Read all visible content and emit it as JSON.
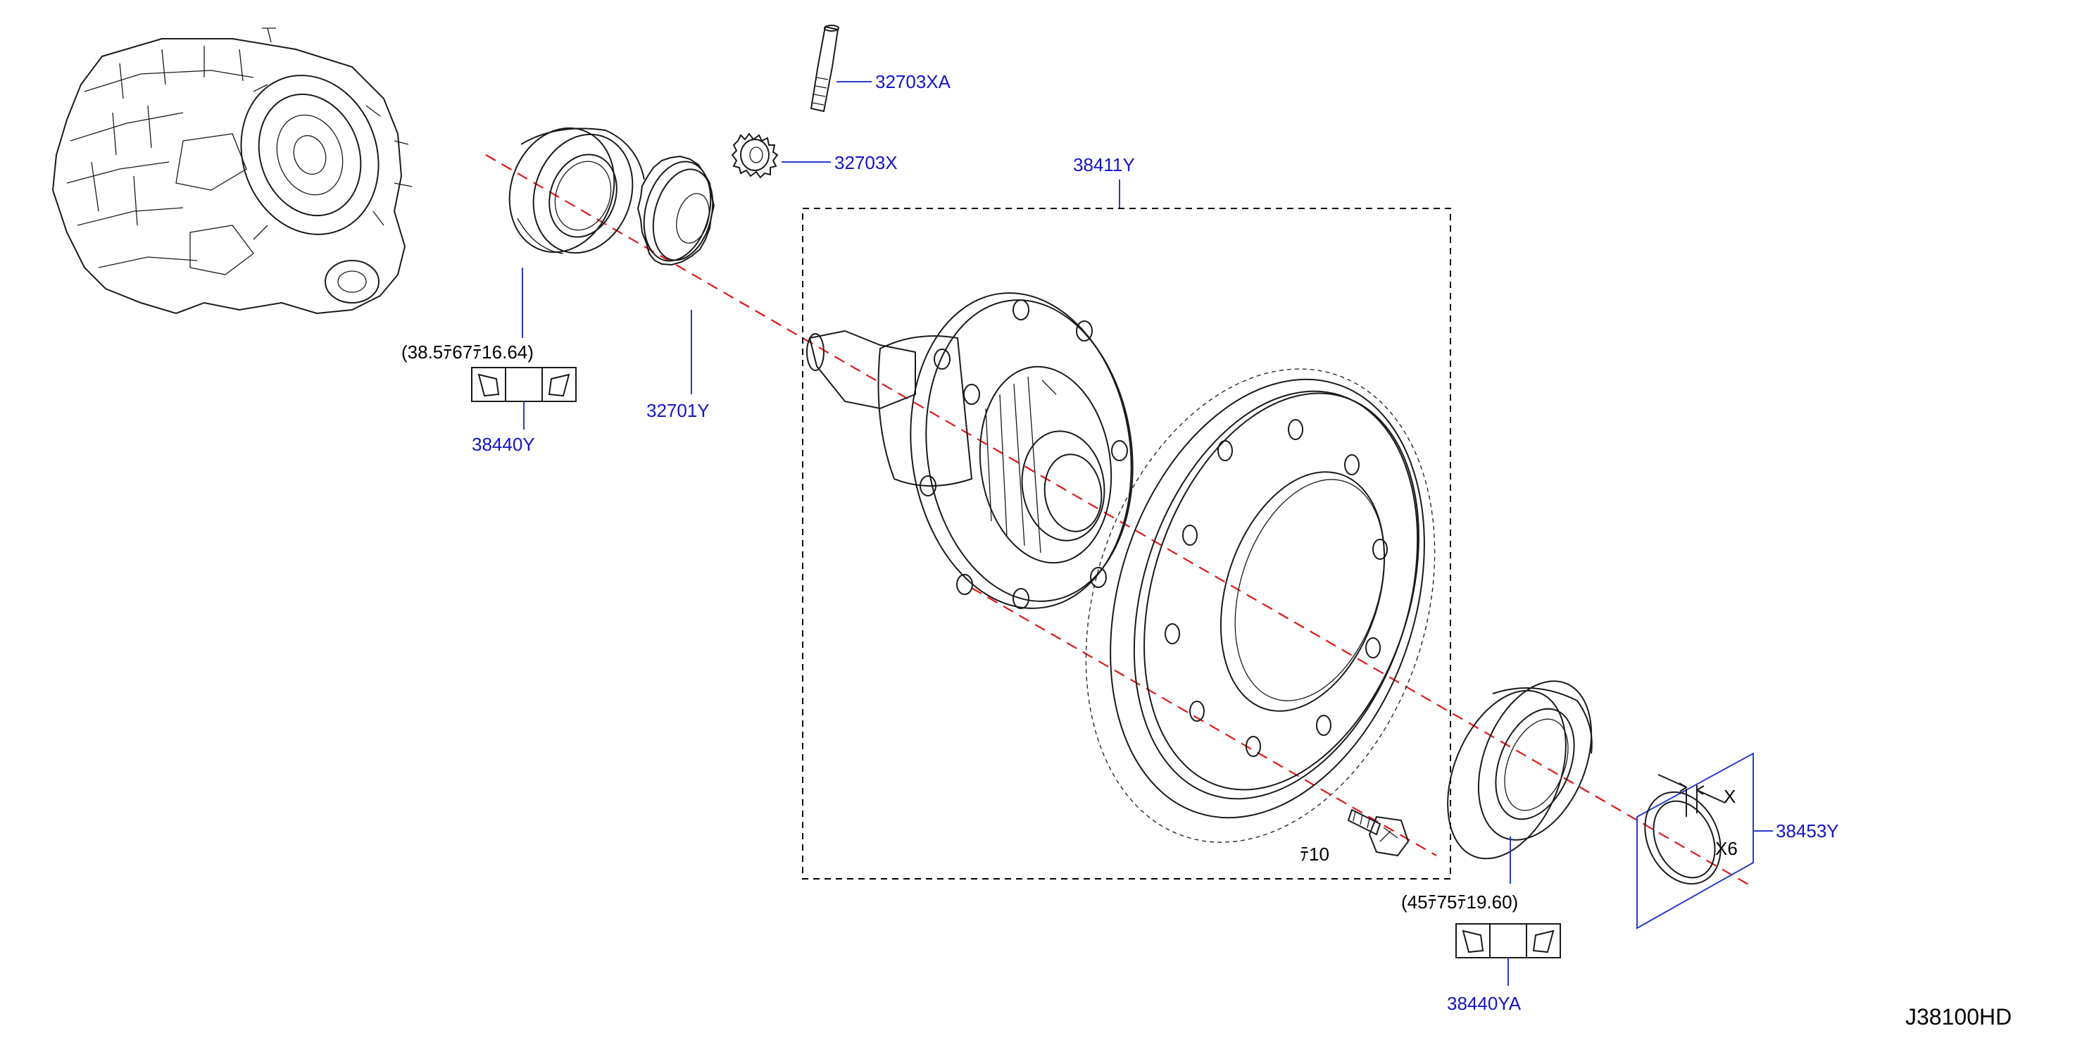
{
  "colors": {
    "part_label": "#1414c8",
    "leader": "#2a3cc8",
    "axis": "#e01818",
    "line_art": "#1a1a1a",
    "background": "#ffffff"
  },
  "labels": {
    "p32703XA": "32703XA",
    "p32703X": "32703X",
    "p38411Y": "38411Y",
    "p32701Y": "32701Y",
    "p38440Y": "38440Y",
    "p38440YA": "38440YA",
    "p38453Y": "38453Y",
    "dim_left": "(38.5ﾃ67ﾃ16.64)",
    "dim_right": "(45ﾃ75ﾃ19.60)",
    "bolt_qty": "ﾃ10",
    "shim_x": "X",
    "shim_qty": "X6",
    "ref_code": "J38100HD"
  },
  "icons": {
    "bearing_symbol_left": "bearing-direction-icon",
    "bearing_symbol_right": "bearing-direction-icon"
  }
}
